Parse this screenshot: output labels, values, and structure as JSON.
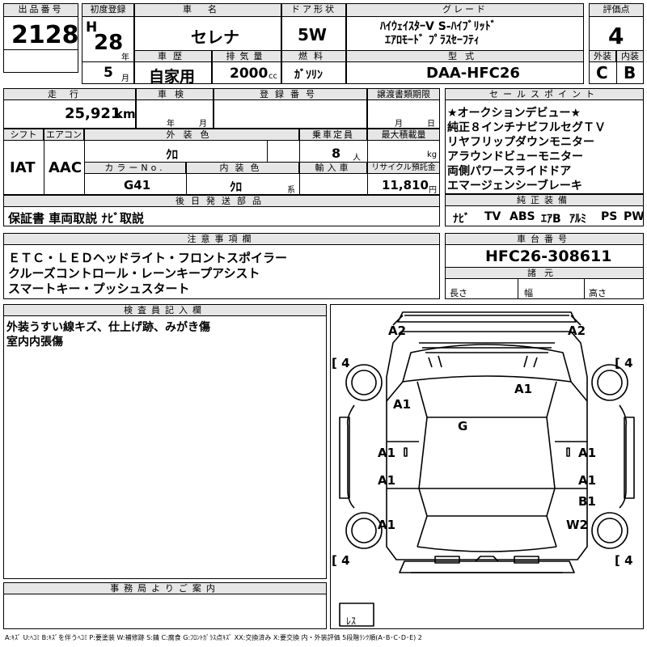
{
  "lot": {
    "header": "出品番号",
    "value": "2128"
  },
  "first_reg": {
    "header": "初度登録",
    "era": "H",
    "year": "28",
    "year_unit": "年",
    "month": "5",
    "month_unit": "月"
  },
  "car_name": {
    "header": "車名",
    "value": "セレナ"
  },
  "door": {
    "header": "ドア形状",
    "value": "5W"
  },
  "grade": {
    "header": "グレード",
    "line1": "ﾊｲｳｪｲｽﾀｰV S-ﾊｲﾌﾞﾘｯﾄﾞ",
    "line2": "ｴｱﾛﾓｰﾄﾞ ﾌﾟﾗｽｾｰﾌﾃｨ"
  },
  "score": {
    "header": "評価点",
    "value": "4",
    "exterior_header": "外装",
    "exterior": "C",
    "interior_header": "内装",
    "interior": "B"
  },
  "history": {
    "header": "車歴",
    "value": "自家用"
  },
  "displacement": {
    "header": "排気量",
    "value": "2000",
    "unit": "cc"
  },
  "fuel": {
    "header": "燃料",
    "value": "ｶﾞｿﾘﾝ"
  },
  "model": {
    "header": "型式",
    "value": "DAA-HFC26"
  },
  "mileage": {
    "header": "走行",
    "value": "25,921",
    "unit": "km"
  },
  "inspection": {
    "header": "車検",
    "year_unit": "年",
    "month_unit": "月"
  },
  "registration": {
    "header": "登録番号"
  },
  "transfer": {
    "header": "譲渡書類期限",
    "month_unit": "月",
    "day_unit": "日"
  },
  "shift": {
    "header": "シフト",
    "value": "IAT"
  },
  "aircon": {
    "header": "エアコン",
    "value": "AAC"
  },
  "ext_color": {
    "header": "外装色",
    "value": "ｸﾛ"
  },
  "capacity": {
    "header": "乗車定員",
    "value": "8",
    "unit": "人"
  },
  "max_load": {
    "header": "最大積載量",
    "unit": "kg"
  },
  "color_no": {
    "header": "カラーNo.",
    "value": "G41"
  },
  "int_color": {
    "header": "内装色",
    "value": "ｸﾛ",
    "unit": "系"
  },
  "import": {
    "header": "輸入車"
  },
  "recycle": {
    "header": "リサイクル預託金",
    "value": "11,810",
    "unit": "円"
  },
  "later_parts": {
    "header": "後日発送部品",
    "value": "保証書 車両取説 ﾅﾋﾞ取説"
  },
  "sales_points": {
    "header": "セールスポイント",
    "items": [
      "★オークションデビュー★",
      "純正８インチナビフルセグＴＶ",
      "リヤフリップダウンモニター",
      "アラウンドビューモニター",
      "両側パワースライドドア",
      "エマージェンシーブレーキ"
    ]
  },
  "equipment": {
    "header": "純正装備",
    "items": [
      "ﾅﾋﾞ",
      "TV",
      "ABS",
      "ｴｱB",
      "ｱﾙﾐ",
      "PS",
      "PW"
    ]
  },
  "notes": {
    "header": "注意事項欄",
    "lines": [
      "ＥＴＣ・ＬＥＤヘッドライト・フロントスポイラー",
      "クルーズコントロール・レーンキープアシスト",
      "スマートキー・プッシュスタート"
    ]
  },
  "chassis": {
    "header": "車台番号",
    "value": "HFC26-308611"
  },
  "specs": {
    "header": "諸元",
    "length": "長さ",
    "width": "幅",
    "height": "高さ"
  },
  "inspector": {
    "header": "検査員記入欄",
    "lines": [
      "外装うすい線キズ、仕上げ跡、みがき傷",
      "室内内張傷"
    ]
  },
  "office": {
    "header": "事務局よりご案内"
  },
  "diagram": {
    "marks": {
      "front_left_corner": "A2",
      "front_right_corner": "A2",
      "left_fender": "A1",
      "hood": "A1",
      "roof": "G",
      "left_front_door": "A1",
      "left_front_door_b": "A1",
      "left_rear_door": "A1",
      "right_front_door": "A1",
      "right_rear_door": "A1",
      "right_rear_door_b": "B1",
      "left_quarter": "A1",
      "right_quarter": "W2"
    },
    "tires": {
      "front_left": "4",
      "front_right": "4",
      "rear_left": "4",
      "rear_right": "4",
      "spare": "ﾚｽ"
    }
  },
  "legend": "A:ｷｽﾞ U:ﾍｺﾐ B:ｷｽﾞを伴うﾍｺﾐ P:要塗装 W:補修跡 S:錆 C:腐食 G:ﾌﾛﾝﾄｶﾞﾗｽ点ｷｽﾞ XX:交換済み X:要交換 内・外装評価 5段階ﾗﾝｸ順(A･B･C･D･E) 2"
}
